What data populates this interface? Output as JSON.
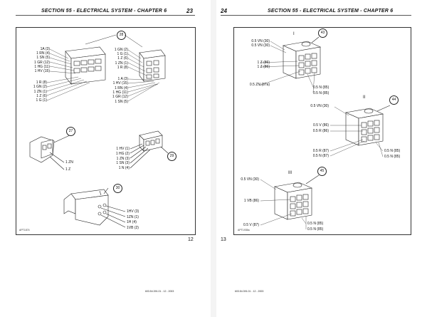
{
  "left_page": {
    "header": "SECTION 55 - ELECTRICAL SYSTEM - CHAPTER 6",
    "page_number_top": "23",
    "page_number_bottom": "12",
    "image_ref": "APT1874",
    "footer": "603.54.391.01 - 12 - 2003",
    "fig_main": {
      "callout": "28",
      "left_top": [
        "1A (3)",
        "1 RN (4)",
        "1 SN (5)",
        "1 GR (12)",
        "1 HG (11)",
        "1 HV (15)"
      ],
      "left_bottom": [
        "1 R (8)",
        "1 GN (2)",
        "1 ZN (1)",
        "1 Z (6)",
        "1 G (1)"
      ],
      "right_top": [
        "1 GN (2)",
        "1 G (1)",
        "1 Z (6)",
        "1 ZN (1)",
        "1 R (8)"
      ],
      "right_bottom": [
        "1 A (3)",
        "1 HV (15)",
        "1 RN (4)",
        "1 HG (11)",
        "1 GR (12)",
        "1 SN (5)"
      ]
    },
    "fig_27": {
      "callout": "27",
      "labels": [
        "1 ZN",
        "1 Z"
      ]
    },
    "fig_29": {
      "callout": "29",
      "labels": [
        "1 HV (1)",
        "1 HG (2)",
        "1 ZN (3)",
        "1 SN (3)",
        "1 N (4)"
      ]
    },
    "fig_30": {
      "callout": "30",
      "labels": [
        "1HV (3)",
        "1ZN (1)",
        "1H (4)",
        "1VB (2)"
      ]
    }
  },
  "right_page": {
    "header": "SECTION 55 - ELECTRICAL SYSTEM - CHAPTER 6",
    "page_number_top": "24",
    "page_number_bottom": "13",
    "image_ref": "APT1935a",
    "footer": "603.54.391.01 - 12 - 2003",
    "fig_I": {
      "roman": "I",
      "callout": "43",
      "left": [
        "0.5 VN (30)",
        "0.5 VN (30)",
        "1 Z (86)",
        "1 Z (86)",
        "0.5 ZN (87a)"
      ],
      "right": [
        "0.5 N (85)",
        "0.5 N (85)"
      ]
    },
    "fig_II": {
      "roman": "II",
      "callout": "44",
      "left": [
        "0.5 VN (30)",
        "0.5 V (86)",
        "0.5 R (86)",
        "0.5 R (87)",
        "0.5 N (87)"
      ],
      "right": [
        "0.5 N (85)",
        "0.5 N (85)"
      ]
    },
    "fig_III": {
      "roman": "III",
      "callout": "45",
      "left": [
        "0.5 VN (30)",
        "1 VB (86)",
        "0.5 V (87)"
      ],
      "right": [
        "0.5 N (85)",
        "0.5 N (85)"
      ]
    }
  }
}
